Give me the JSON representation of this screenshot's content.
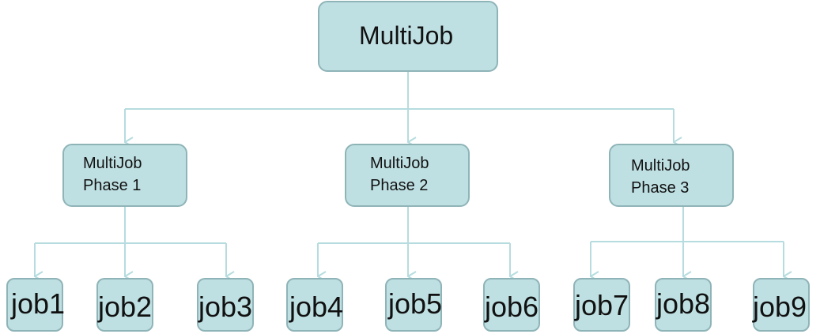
{
  "root": {
    "label": "MultiJob"
  },
  "phases": [
    {
      "line1": "MultiJob",
      "line2": "Phase 1",
      "jobs": [
        "job1",
        "job2",
        "job3"
      ]
    },
    {
      "line1": "MultiJob",
      "line2": "Phase 2",
      "jobs": [
        "job4",
        "job5",
        "job6"
      ]
    },
    {
      "line1": "MultiJob",
      "line2": "Phase 3",
      "jobs": [
        "job7",
        "job8",
        "job9"
      ]
    }
  ],
  "colors": {
    "node_fill": "#bfe0e3",
    "node_border": "#8fb4b8",
    "connector": "#b6dcdf",
    "text": "#111111"
  },
  "icons": [
    "arrow-head-icon"
  ]
}
